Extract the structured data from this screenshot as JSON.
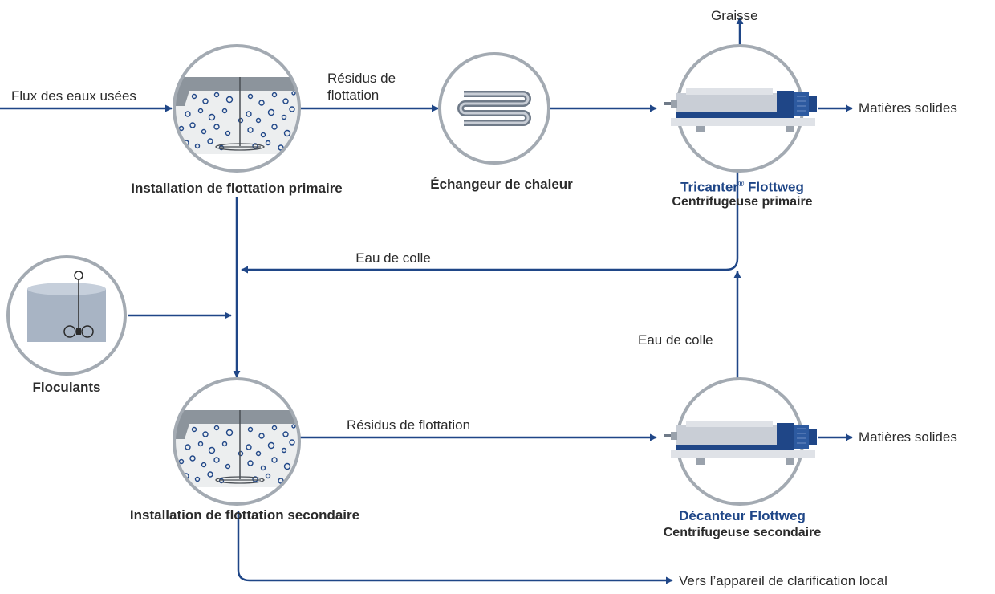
{
  "inputs": {
    "wastewater": "Flux des eaux usées"
  },
  "units": {
    "primary_flotation": "Installation de flottation primaire",
    "heat_exchanger": "Échangeur de chaleur",
    "tricanter_brand": "Tricanter",
    "tricanter_reg": "®",
    "tricanter_maker": " Flottweg",
    "tricanter_role": "Centrifugeuse primaire",
    "flocculants": "Floculants",
    "secondary_flotation": "Installation de flottation secondaire",
    "decanter_brand": "Décanteur Flottweg",
    "decanter_role": "Centrifugeuse secondaire"
  },
  "flows": {
    "flotation_residues_line1": "Résidus de",
    "flotation_residues_line2": "flottation",
    "fat": "Graisse",
    "solids_primary": "Matières solides",
    "glue_water_top": "Eau de colle",
    "glue_water_side": "Eau de colle",
    "flotation_residues_secondary": "Résidus de flottation",
    "solids_secondary": "Matières solides",
    "to_local_plant": "Vers l’appareil de clarification local"
  },
  "colors": {
    "flow_line": "#1f4687",
    "circle_stroke": "#a3aab2",
    "basin_fill": "#eceeef",
    "basin_top": "#8c949c",
    "bubble": "#1f4687",
    "machine_dark": "#1f4687",
    "machine_light": "#c9ced6",
    "tank_fill": "#a8b4c4"
  },
  "icons": {
    "flotation": "flotation-basin-icon",
    "heat_exchanger": "coil-icon",
    "centrifuge": "decanter-centrifuge-icon",
    "tank": "mixing-tank-icon"
  }
}
